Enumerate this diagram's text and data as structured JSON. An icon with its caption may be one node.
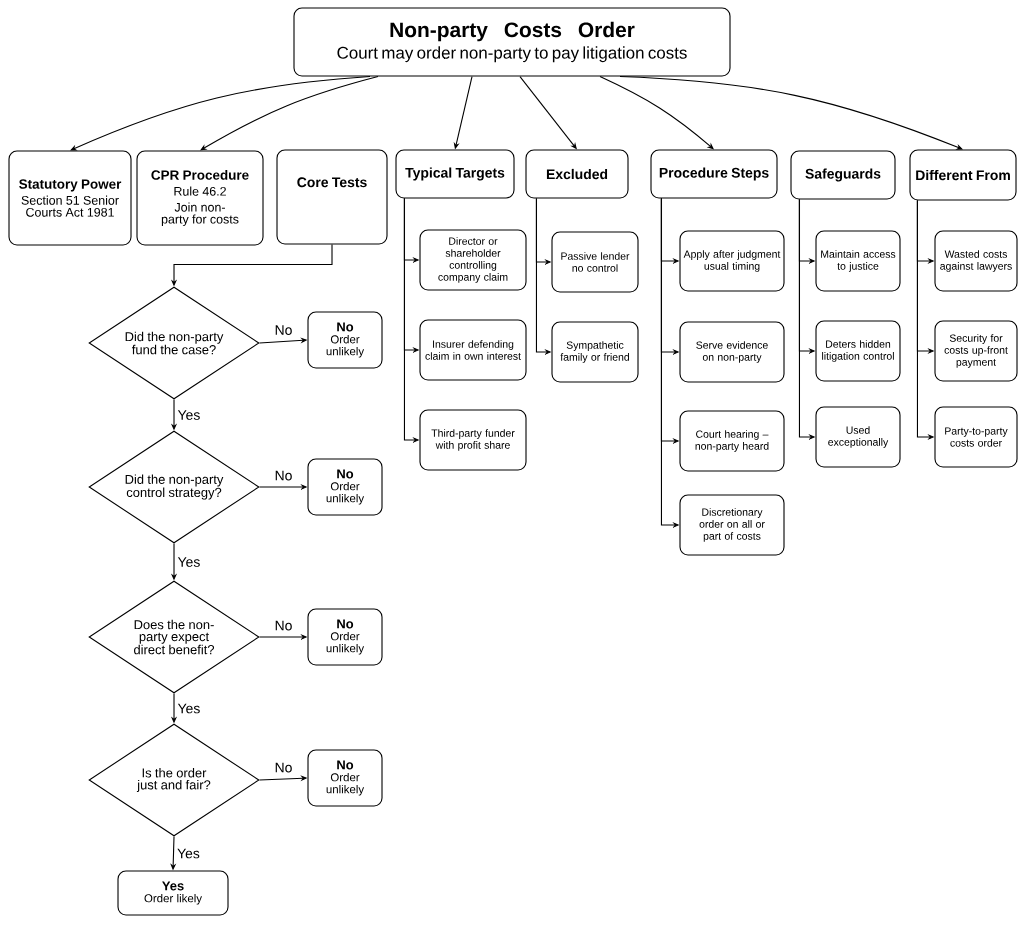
{
  "diagram": {
    "nodes": [
      {
        "text": [
          "Non-party Costs Order",
          "Court may order non-party to pay litigation costs"
        ]
      },
      {
        "text": [
          "Statutory Power",
          "Section 51 Senior Courts Act 1981"
        ]
      },
      {
        "text": [
          "CPR Procedure",
          "Rule 46.2",
          "Join non-party for costs"
        ]
      },
      {
        "text": [
          "Core Tests"
        ]
      },
      {
        "text": [
          "Typical Targets"
        ]
      },
      {
        "text": [
          "Excluded"
        ]
      },
      {
        "text": [
          "Procedure Steps"
        ]
      },
      {
        "text": [
          "Safeguards"
        ]
      },
      {
        "text": [
          "Different From"
        ]
      },
      {
        "text": [
          "Did the non-party fund the case?"
        ]
      },
      {
        "text": [
          "No",
          "Order unlikely"
        ]
      },
      {
        "text": [
          "Did the non-party control strategy?"
        ]
      },
      {
        "text": [
          "No",
          "Order unlikely"
        ]
      },
      {
        "text": [
          "Does the non-party expect direct benefit?"
        ]
      },
      {
        "text": [
          "No",
          "Order unlikely"
        ]
      },
      {
        "text": [
          "Is the order just and fair?"
        ]
      },
      {
        "text": [
          "No",
          "Order unlikely"
        ]
      },
      {
        "text": [
          "Yes",
          "Order likely"
        ]
      },
      {
        "text": [
          "Director or shareholder controlling company claim"
        ]
      },
      {
        "text": [
          "Insurer defending claim in own interest"
        ]
      },
      {
        "text": [
          "Third-party funder with profit share"
        ]
      },
      {
        "text": [
          "Passive lender no control"
        ]
      },
      {
        "text": [
          "Sympathetic family or friend"
        ]
      },
      {
        "text": [
          "Apply after judgment usual timing"
        ]
      },
      {
        "text": [
          "Serve evidence on non-party"
        ]
      },
      {
        "text": [
          "Court hearing – non-party heard"
        ]
      },
      {
        "text": [
          "Discretionary order on all or part of costs"
        ]
      },
      {
        "text": [
          "Maintain access to justice"
        ]
      },
      {
        "text": [
          "Deters hidden litigation control"
        ]
      },
      {
        "text": [
          "Used exceptionally"
        ]
      },
      {
        "text": [
          "Wasted costs against lawyers"
        ]
      },
      {
        "text": [
          "Security for costs up-front payment"
        ]
      },
      {
        "text": [
          "Party-to-party costs order"
        ]
      }
    ],
    "edges": [
      {
        "from": 0,
        "to": 1,
        "arrow": "to"
      },
      {
        "from": 0,
        "to": 2,
        "arrow": "to"
      },
      {
        "from": 0,
        "to": 4,
        "arrow": "to"
      },
      {
        "from": 0,
        "to": 5,
        "arrow": "to"
      },
      {
        "from": 0,
        "to": 6,
        "arrow": "to"
      },
      {
        "from": 0,
        "to": 8,
        "arrow": "to"
      },
      {
        "from": 3,
        "to": 9,
        "arrow": "to"
      },
      {
        "from": 9,
        "to": 10,
        "arrow": "to",
        "label": "No"
      },
      {
        "from": 9,
        "to": 11,
        "arrow": "to",
        "label": "Yes"
      },
      {
        "from": 11,
        "to": 12,
        "arrow": "to",
        "label": "No"
      },
      {
        "from": 11,
        "to": 13,
        "arrow": "to",
        "label": "Yes"
      },
      {
        "from": 13,
        "to": 14,
        "arrow": "to",
        "label": "No"
      },
      {
        "from": 13,
        "to": 15,
        "arrow": "to",
        "label": "Yes"
      },
      {
        "from": 15,
        "to": 16,
        "arrow": "to",
        "label": "No"
      },
      {
        "from": 15,
        "to": 17,
        "arrow": "to",
        "label": "Yes"
      },
      {
        "from": 4,
        "to": 18,
        "arrow": "to"
      },
      {
        "from": 4,
        "to": 19,
        "arrow": "to"
      },
      {
        "from": 4,
        "to": 20,
        "arrow": "to"
      },
      {
        "from": 5,
        "to": 21,
        "arrow": "to"
      },
      {
        "from": 5,
        "to": 22,
        "arrow": "to"
      },
      {
        "from": 6,
        "to": 23,
        "arrow": "to"
      },
      {
        "from": 6,
        "to": 24,
        "arrow": "to"
      },
      {
        "from": 6,
        "to": 25,
        "arrow": "to"
      },
      {
        "from": 6,
        "to": 26,
        "arrow": "to"
      },
      {
        "from": 7,
        "to": 27,
        "arrow": "to"
      },
      {
        "from": 7,
        "to": 28,
        "arrow": "to"
      },
      {
        "from": 7,
        "to": 29,
        "arrow": "to"
      },
      {
        "from": 8,
        "to": 30,
        "arrow": "to"
      },
      {
        "from": 8,
        "to": 31,
        "arrow": "to"
      },
      {
        "from": 8,
        "to": 32,
        "arrow": "to"
      }
    ]
  }
}
